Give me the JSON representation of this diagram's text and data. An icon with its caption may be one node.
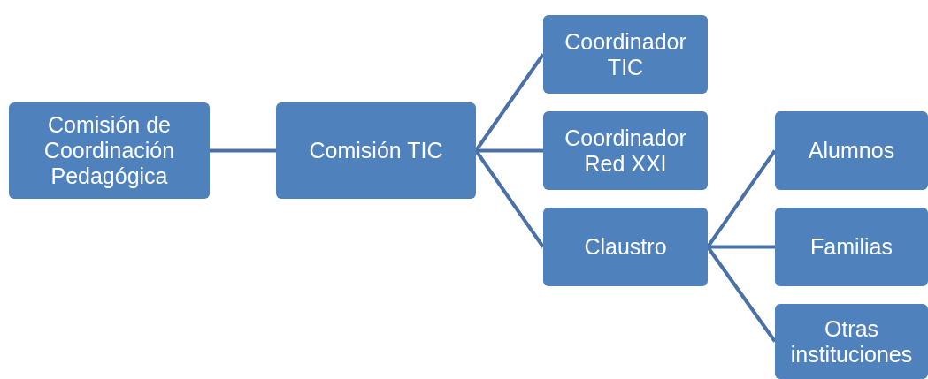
{
  "diagram": {
    "nodes": [
      {
        "text": [
          "Comisión de Coordinación Pedagógica"
        ]
      },
      {
        "text": [
          "Comisión TIC"
        ]
      },
      {
        "text": [
          "Coordinador TIC"
        ]
      },
      {
        "text": [
          "Coordinador Red XXI"
        ]
      },
      {
        "text": [
          "Claustro"
        ]
      },
      {
        "text": [
          "Alumnos"
        ]
      },
      {
        "text": [
          "Familias"
        ]
      },
      {
        "text": [
          "Otras instituciones"
        ]
      }
    ],
    "edges": [
      {
        "from": 0,
        "to": 1,
        "arrow": "none"
      },
      {
        "from": 1,
        "to": 2,
        "arrow": "none"
      },
      {
        "from": 1,
        "to": 3,
        "arrow": "none"
      },
      {
        "from": 1,
        "to": 4,
        "arrow": "none"
      },
      {
        "from": 4,
        "to": 5,
        "arrow": "none"
      },
      {
        "from": 4,
        "to": 6,
        "arrow": "none"
      },
      {
        "from": 4,
        "to": 7,
        "arrow": "none"
      }
    ]
  }
}
